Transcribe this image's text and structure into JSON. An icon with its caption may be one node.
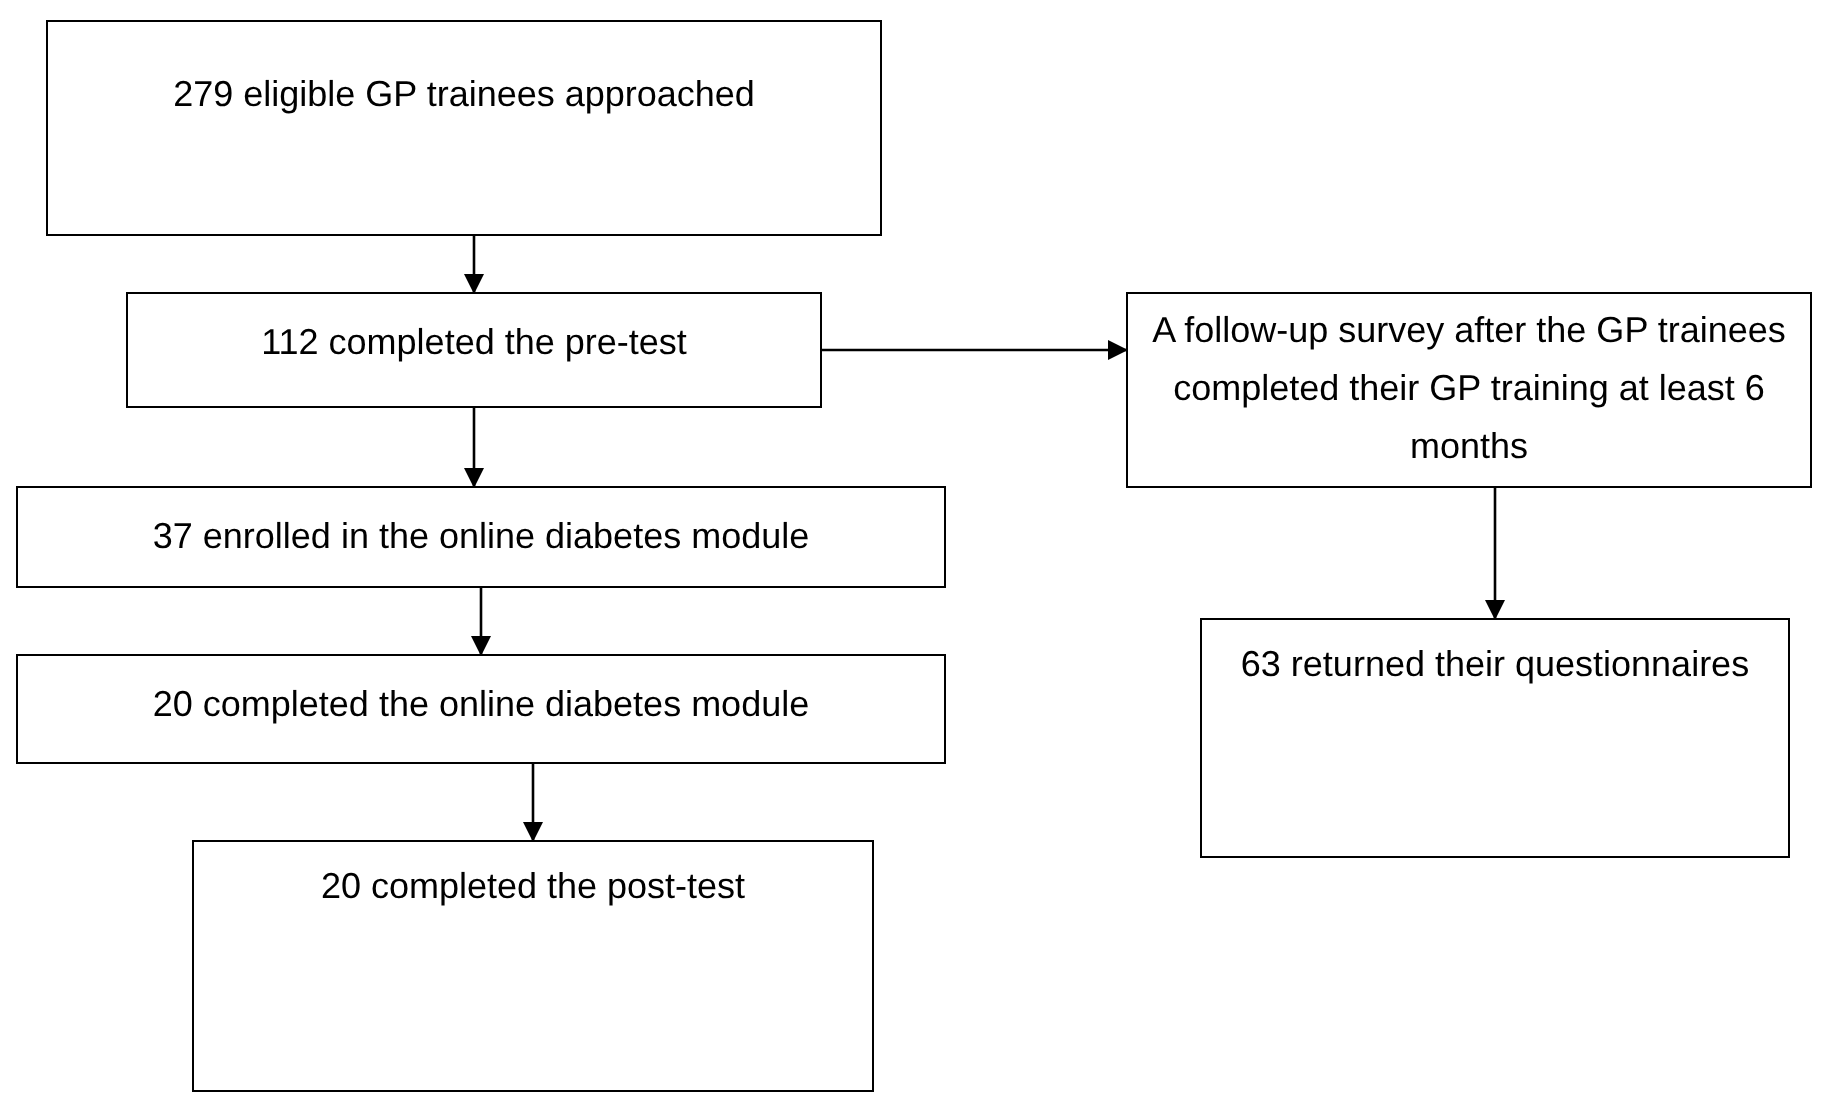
{
  "diagram": {
    "nodes": [
      {
        "text": [
          "279 eligible GP trainees approached"
        ]
      },
      {
        "text": [
          "112 completed the pre-test"
        ]
      },
      {
        "text": [
          "37 enrolled in the online diabetes module"
        ]
      },
      {
        "text": [
          "20 completed the online diabetes module"
        ]
      },
      {
        "text": [
          "20 completed the post-test"
        ]
      },
      {
        "text": [
          "A follow-up survey after the GP trainees completed their GP training at least 6 months"
        ]
      },
      {
        "text": [
          "63 returned their questionnaires"
        ]
      }
    ],
    "edges": [
      {
        "from": 0,
        "to": 1,
        "arrow": "to"
      },
      {
        "from": 1,
        "to": 2,
        "arrow": "to"
      },
      {
        "from": 2,
        "to": 3,
        "arrow": "to"
      },
      {
        "from": 3,
        "to": 4,
        "arrow": "to"
      },
      {
        "from": 1,
        "to": 5,
        "arrow": "to"
      },
      {
        "from": 5,
        "to": 6,
        "arrow": "to"
      }
    ]
  }
}
